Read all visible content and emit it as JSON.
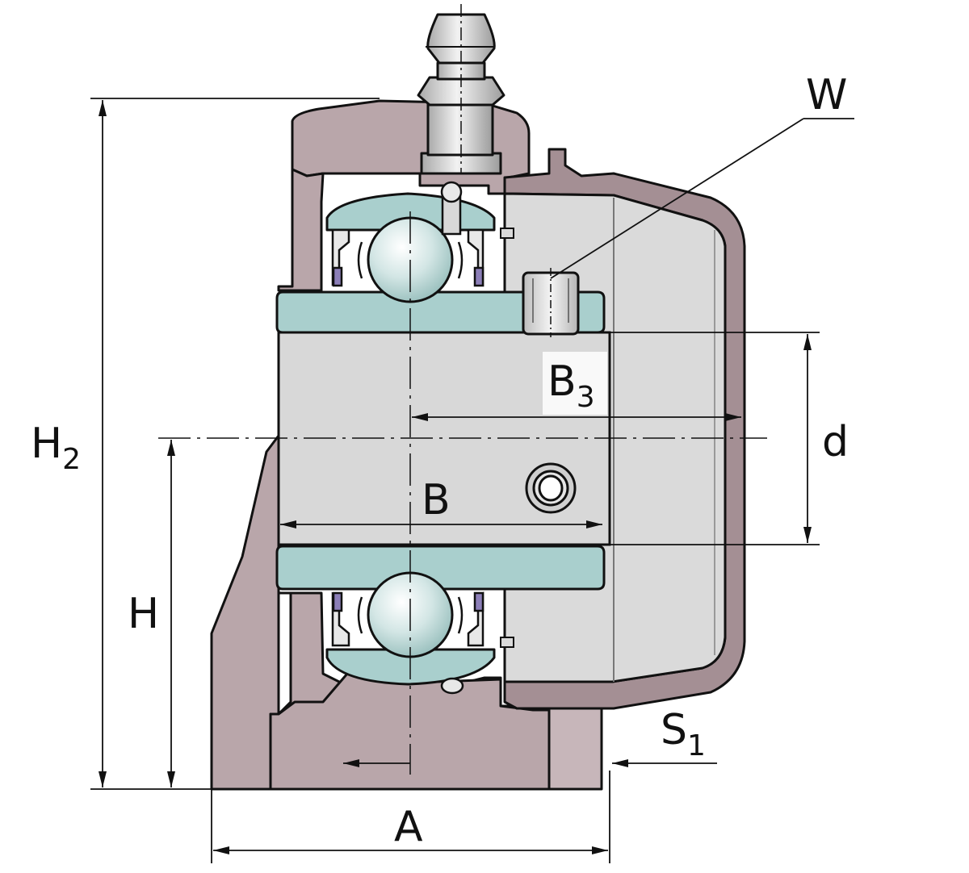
{
  "labels": {
    "H2": {
      "main": "H",
      "sub": "2"
    },
    "H": "H",
    "A": "A",
    "B": "B",
    "B3": {
      "main": "B",
      "sub": "3"
    },
    "d": "d",
    "W": "W",
    "S1": {
      "main": "S",
      "sub": "1"
    }
  },
  "colors": {
    "housing": "#b9a6aa",
    "housing_dark": "#a48f94",
    "bearing_ring": "#a9cfcd",
    "ball": "#cfe3e2",
    "shaft": "#d8d8d8",
    "cover": "#dadada",
    "fitting": "#cfcfcf",
    "seal_purple": "#8c7fb8",
    "line": "#111111"
  }
}
